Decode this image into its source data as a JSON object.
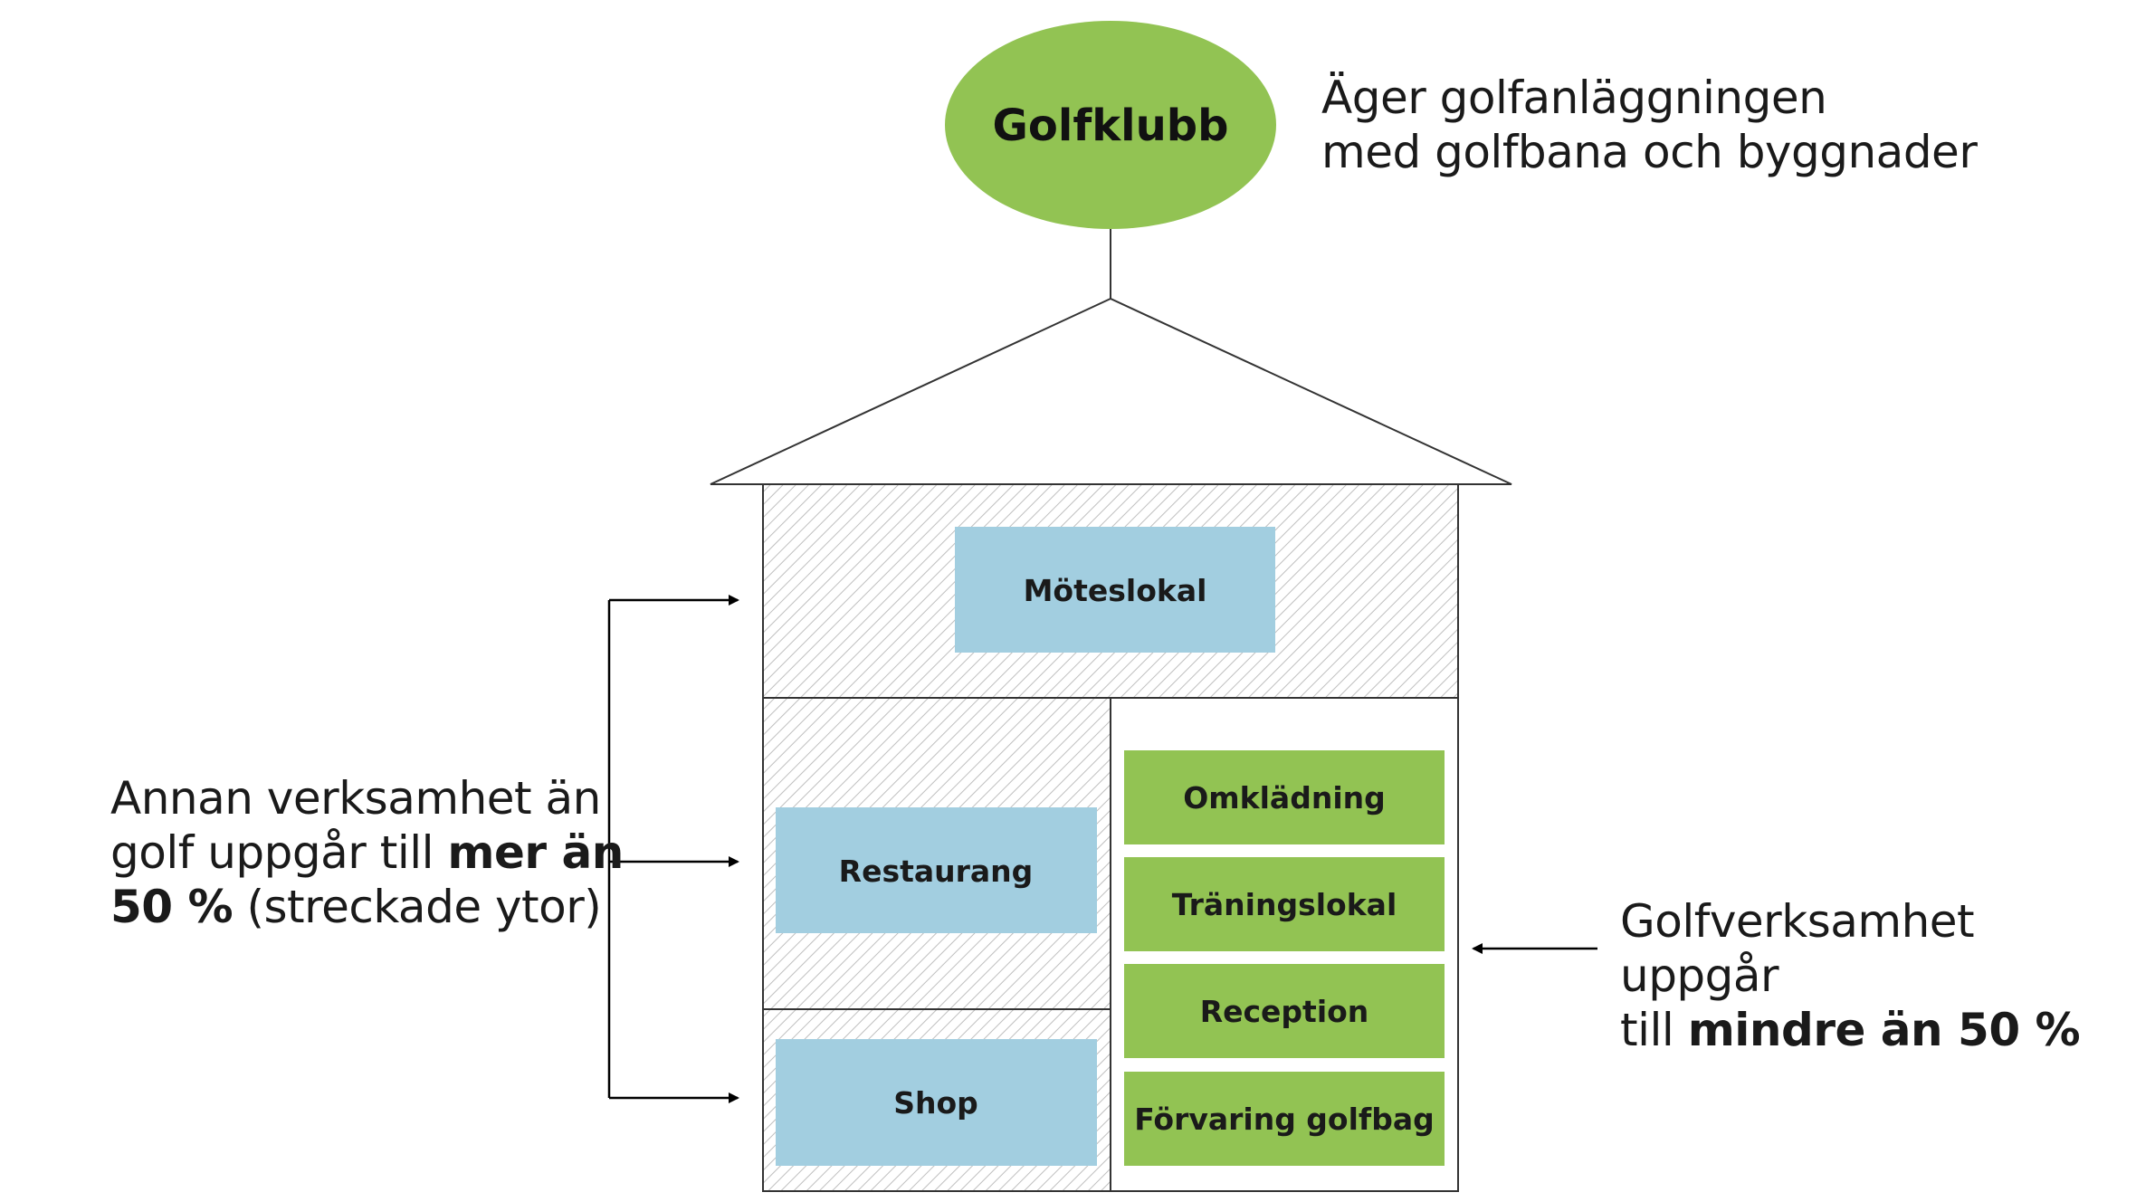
{
  "club": {
    "label": "Golfklubb"
  },
  "owner_note": {
    "line1": "Äger golfanläggningen",
    "line2": "med golfbana och byggnader"
  },
  "rooms": {
    "meeting": "Möteslokal",
    "restaurant": "Restaurang",
    "shop": "Shop",
    "changing": "Omklädning",
    "training": "Träningslokal",
    "reception": "Reception",
    "storage": "Förvaring golfbag"
  },
  "left_note": {
    "line1": "Annan verksamhet än",
    "line2_plain": "golf uppgår till ",
    "line2_bold": "mer än",
    "line3_bold": "50 %",
    "line3_plain": " (streckade ytor)"
  },
  "right_note": {
    "line1": "Golfverksamhet uppgår",
    "line2_plain": "till ",
    "line2_bold": "mindre än 50 %"
  },
  "colors": {
    "green": "#92c353",
    "blue": "#a2cee0",
    "outline": "#333333"
  }
}
